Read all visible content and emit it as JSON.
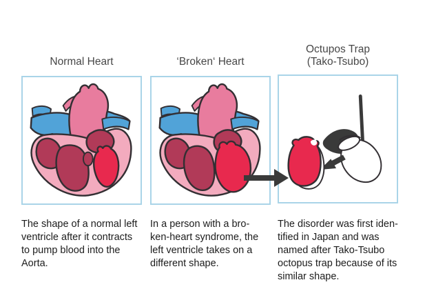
{
  "diagram": {
    "panels": [
      {
        "id": "normal-heart",
        "title": "Normal Heart",
        "caption": "The shape of a normal left\nventricle after it contracts\nto pump blood into the\nAorta."
      },
      {
        "id": "broken-heart",
        "title": "‘Broken‘ Heart",
        "caption": "In a person with a bro-\nken-heart syndrome, the\nleft ventricle takes on a\ndifferent shape."
      },
      {
        "id": "octopus-trap",
        "title": "Octupos Trap\n(Tako-Tsubo)",
        "caption": "The disorder was first iden-\ntified in Japan and was\nnamed after Tako-Tsubo\noctopus trap because of its\nsimilar shape."
      }
    ],
    "icons": [
      "normal-heart-illustration",
      "broken-heart-illustration",
      "octopus-trap-illustration",
      "transform-arrow-icon",
      "pot-to-ventricle-arrow-icon"
    ],
    "colors": {
      "panel_border": "#a9d4e8",
      "outer_pink": "#f3abbe",
      "aorta_pink": "#e87c9e",
      "vessel_blue": "#51a3d8",
      "chamber_maroon": "#b13a58",
      "ventricle_red": "#e8294e",
      "outline": "#332f33",
      "arrow": "#3a3a3a",
      "title_text": "#474747",
      "caption_text": "#1c1c1c",
      "background": "#ffffff"
    }
  }
}
